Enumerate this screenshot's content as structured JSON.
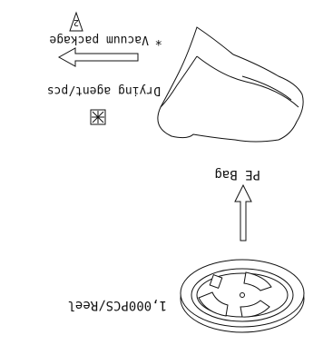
{
  "labels": {
    "reel_qty": "1,000PCS/Reel",
    "pe_bag": "PE Bag",
    "drying_agent": "Drying agent/pcs",
    "vacuum_package": "Vacuum package",
    "note_marker": "*",
    "vacuum_step_number": "2"
  }
}
